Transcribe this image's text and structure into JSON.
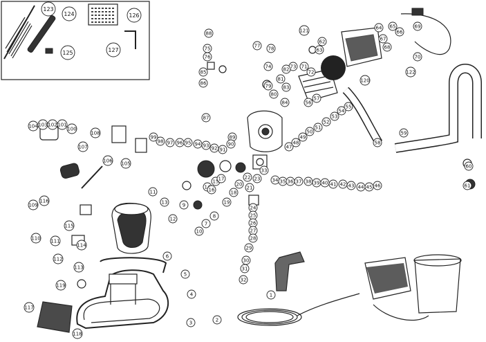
{
  "diagram": {
    "inset_labels": [
      "123",
      "124",
      "125",
      "126",
      "127"
    ],
    "callouts": [
      "1",
      "2",
      "3",
      "4",
      "5",
      "6",
      "7",
      "8",
      "9",
      "10",
      "11",
      "12",
      "13",
      "14",
      "15",
      "16",
      "17",
      "18",
      "19",
      "20",
      "21",
      "22",
      "23",
      "24",
      "25",
      "26",
      "27",
      "28",
      "29",
      "30",
      "31",
      "32",
      "33",
      "34",
      "35",
      "36",
      "37",
      "38",
      "39",
      "40",
      "41",
      "42",
      "43",
      "44",
      "45",
      "46",
      "47",
      "48",
      "49",
      "50",
      "51",
      "52",
      "53",
      "54",
      "55",
      "56",
      "57",
      "58",
      "59",
      "60",
      "61",
      "62",
      "63",
      "64",
      "65",
      "66",
      "67",
      "68",
      "69",
      "70",
      "71",
      "72",
      "73",
      "74",
      "75",
      "76",
      "77",
      "78",
      "79",
      "80",
      "81",
      "82",
      "83",
      "84",
      "85",
      "86",
      "87",
      "88",
      "89",
      "90",
      "91",
      "92",
      "93",
      "94",
      "95",
      "96",
      "97",
      "98",
      "99",
      "100",
      "101",
      "102",
      "103",
      "104",
      "105",
      "106",
      "107",
      "108",
      "109",
      "110",
      "111",
      "112",
      "113",
      "114",
      "115",
      "116",
      "117",
      "118",
      "119",
      "120",
      "121",
      "122"
    ]
  }
}
